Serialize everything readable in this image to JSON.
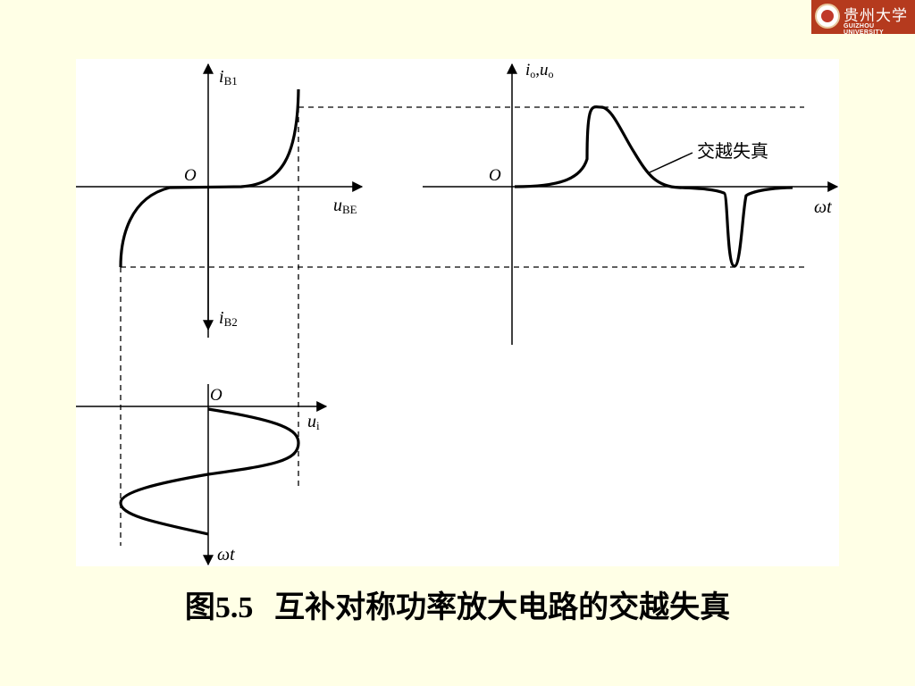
{
  "logo": {
    "name_cn": "贵州大学",
    "name_en": "GUIZHOU UNIVERSITY"
  },
  "caption": {
    "prefix": "图",
    "number": "5.5",
    "text": "互补对称功率放大电路的交越失真"
  },
  "diagram": {
    "origin_label": "O",
    "axis_iB1": {
      "var": "i",
      "sub": "B1"
    },
    "axis_iB2": {
      "var": "i",
      "sub": "B2"
    },
    "axis_uBE": {
      "var": "u",
      "sub": "BE"
    },
    "axis_io": {
      "var": "i",
      "sub": "o"
    },
    "axis_uo": {
      "var": "u",
      "sub": "o"
    },
    "axis_ui": {
      "var": "u",
      "sub": "i"
    },
    "omega_t": "ωt",
    "comma": ",",
    "annotation": "交越失真"
  },
  "colors": {
    "background": "#FFFFE6",
    "figure_bg": "#FFFFFF",
    "ink": "#000000",
    "logo_bg": "#B53A1E"
  }
}
